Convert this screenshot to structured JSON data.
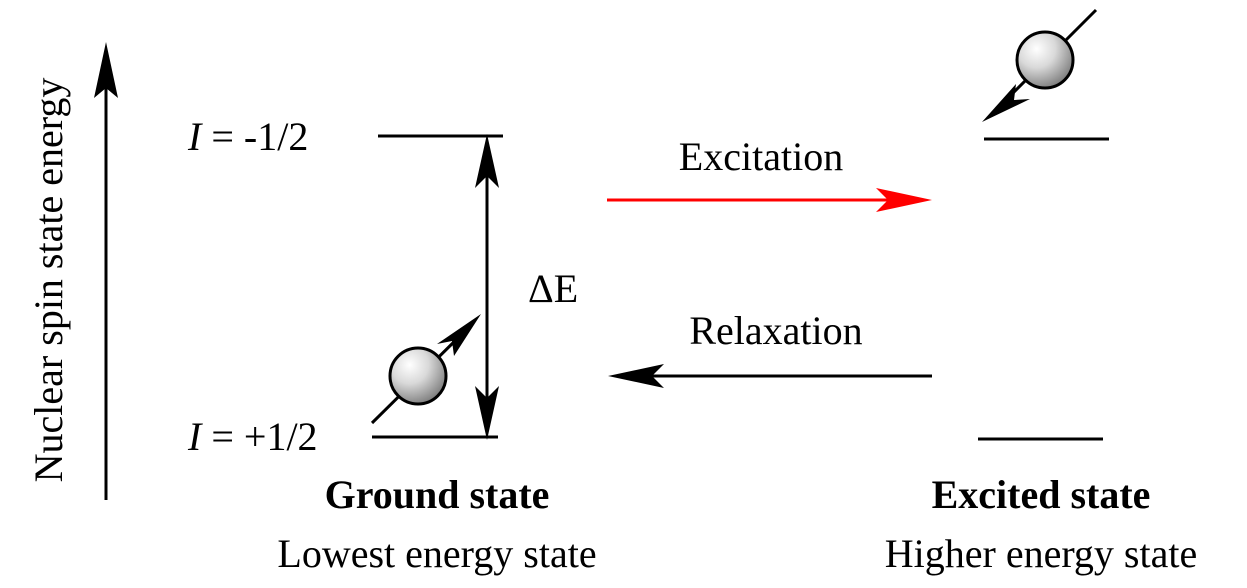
{
  "axis": {
    "label": "Nuclear spin state energy"
  },
  "levels": {
    "upper": {
      "symbol": "I",
      "equals": " = -1/2"
    },
    "lower": {
      "symbol": "I",
      "equals": " = +1/2"
    }
  },
  "delta_label": "ΔE",
  "transitions": {
    "excitation": {
      "label": "Excitation",
      "color": "#ff0000"
    },
    "relaxation": {
      "label": "Relaxation",
      "color": "#000000"
    }
  },
  "states": {
    "ground": {
      "title": "Ground state",
      "subtitle": "Lowest energy state"
    },
    "excited": {
      "title": "Excited state",
      "subtitle": "Higher energy state"
    }
  },
  "colors": {
    "line": "#000000",
    "sphere_highlight": "#ffffff",
    "sphere_shadow": "#7a7a7a"
  }
}
